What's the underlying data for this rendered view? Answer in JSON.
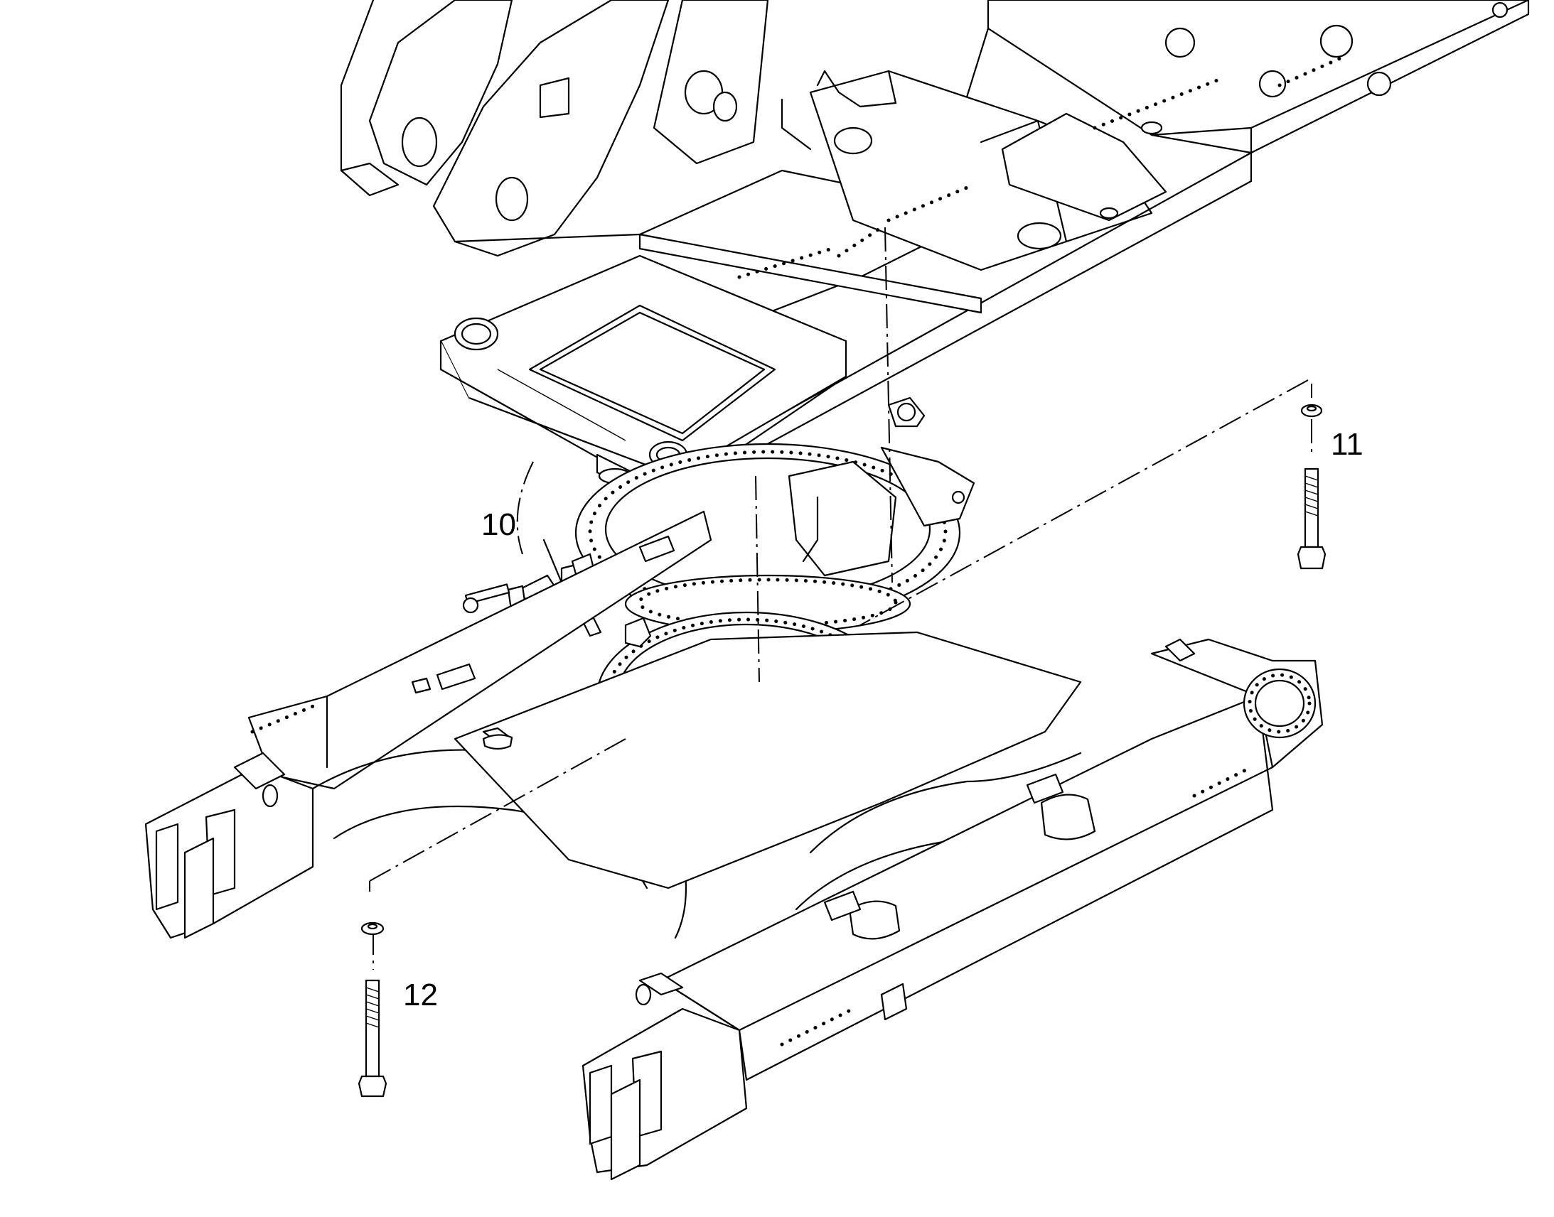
{
  "callouts": {
    "c10": "10",
    "c11": "11",
    "c12": "12"
  },
  "colors": {
    "line": "#000000",
    "background": "#ffffff"
  }
}
